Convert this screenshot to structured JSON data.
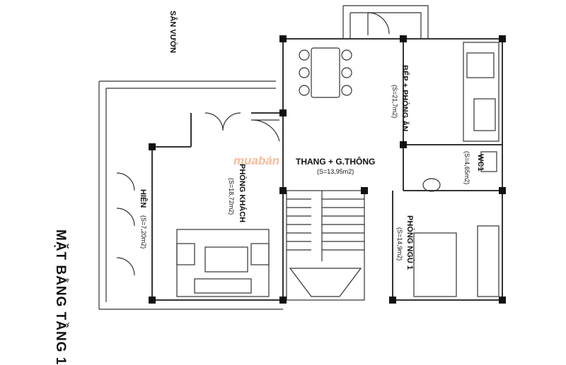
{
  "title": "MẶT BẰNG TẦNG 1",
  "watermark": "muabán",
  "rooms": [
    {
      "id": "san-vuon",
      "name": "SÂN VƯỜN",
      "area": ""
    },
    {
      "id": "bep",
      "name": "BẾP + PHÒNG ĂN",
      "area": "(S=21,7m2)"
    },
    {
      "id": "thang",
      "name": "THANG + G.THÔNG",
      "area": "(S=13,95m2)"
    },
    {
      "id": "wc1",
      "name": "WC1",
      "area": "(S=4,65m2)"
    },
    {
      "id": "khach",
      "name": "PHÒNG KHÁCH",
      "area": "(S=18,72m2)"
    },
    {
      "id": "hien",
      "name": "HIÊN",
      "area": "(S=7,20m2)"
    },
    {
      "id": "ngu",
      "name": "PHÒNG NGỦ 1",
      "area": "(S=14,9m2)"
    }
  ],
  "colors": {
    "wall": "#1a1a1a",
    "line": "#333333",
    "watermark": "#f4a67a"
  }
}
